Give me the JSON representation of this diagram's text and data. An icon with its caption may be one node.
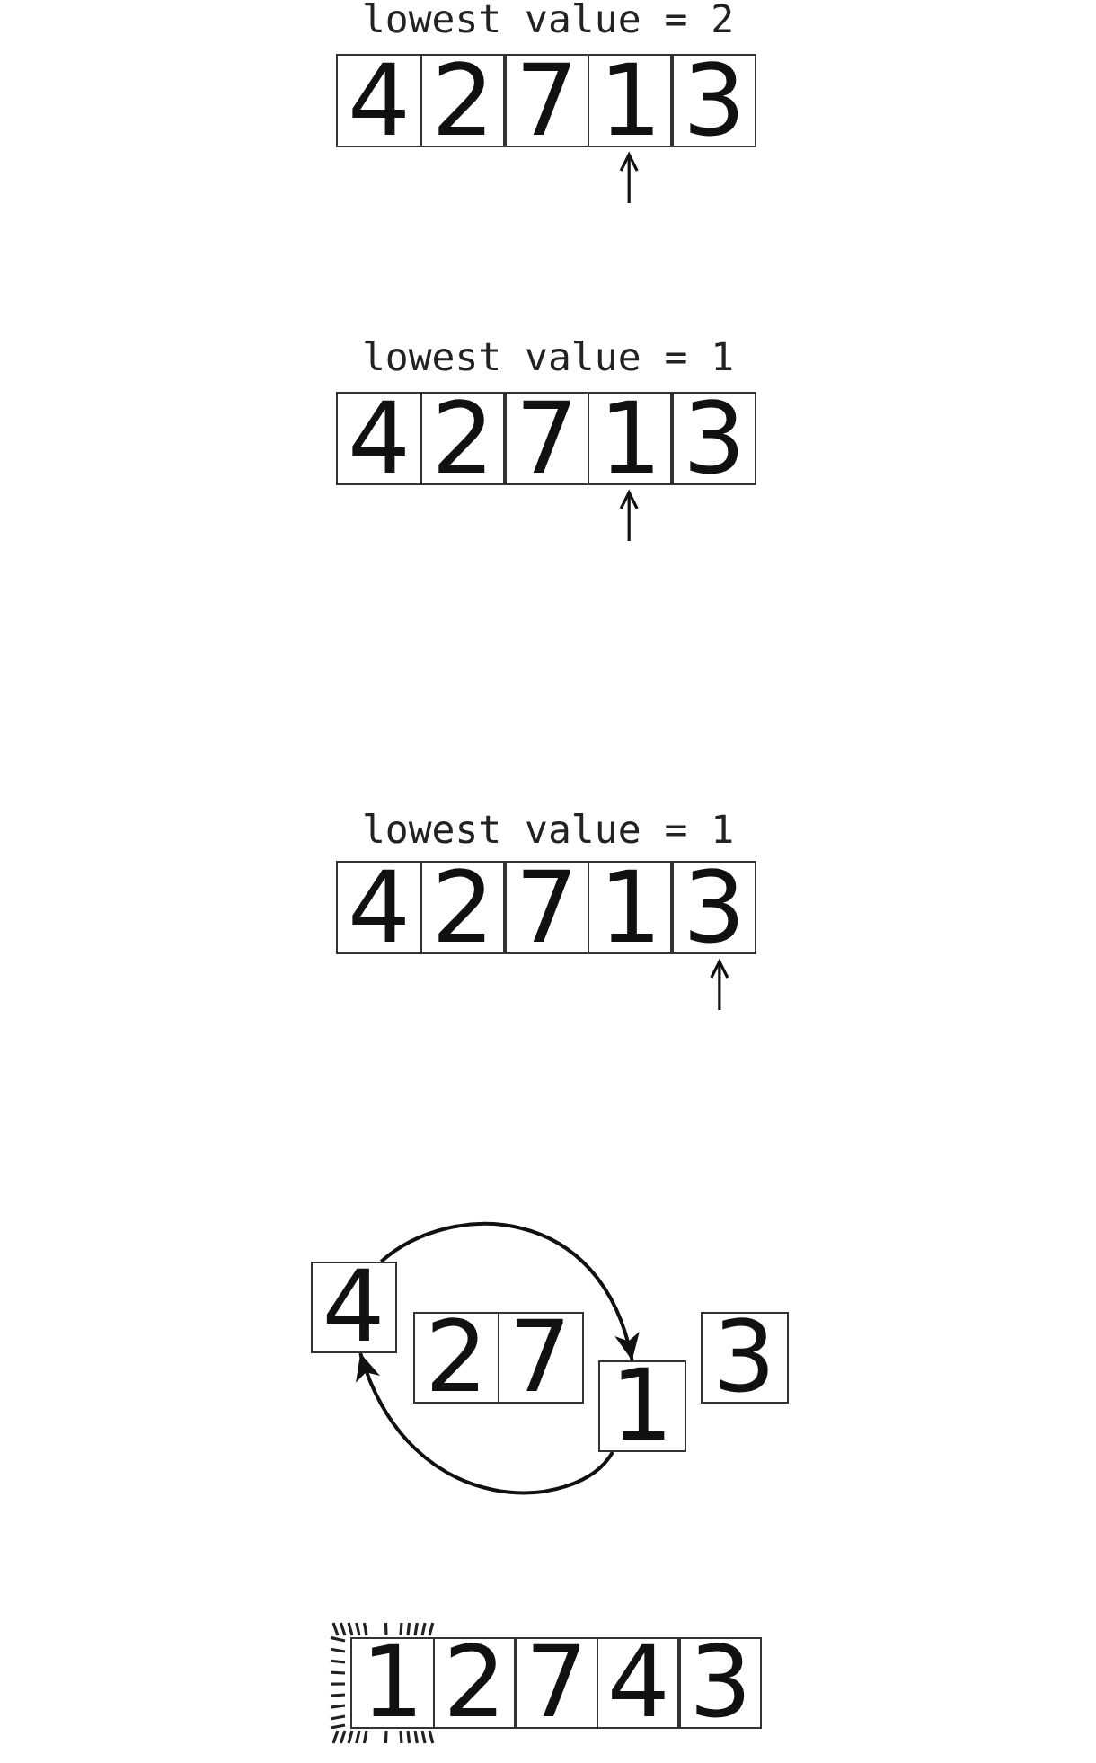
{
  "diagram": {
    "nodes": [
      {
        "text": [
          "4"
        ]
      },
      {
        "text": [
          "2"
        ]
      },
      {
        "text": [
          "7"
        ]
      },
      {
        "text": [
          "1"
        ]
      },
      {
        "text": [
          "3"
        ]
      },
      {
        "text": [
          "4"
        ]
      },
      {
        "text": [
          "2"
        ]
      },
      {
        "text": [
          "7"
        ]
      },
      {
        "text": [
          "1"
        ]
      },
      {
        "text": [
          "3"
        ]
      },
      {
        "text": [
          "4"
        ]
      },
      {
        "text": [
          "2"
        ]
      },
      {
        "text": [
          "7"
        ]
      },
      {
        "text": [
          "1"
        ]
      },
      {
        "text": [
          "3"
        ]
      },
      {
        "text": [
          "4"
        ]
      },
      {
        "text": [
          "2"
        ]
      },
      {
        "text": [
          "7"
        ]
      },
      {
        "text": [
          "1"
        ]
      },
      {
        "text": [
          "3"
        ]
      },
      {
        "text": [
          "1"
        ]
      },
      {
        "text": [
          "2"
        ]
      },
      {
        "text": [
          "7"
        ]
      },
      {
        "text": [
          "4"
        ]
      },
      {
        "text": [
          "3"
        ]
      }
    ],
    "edges": [
      {
        "from": null,
        "to": 3,
        "arrow": "to"
      },
      {
        "from": null,
        "to": 8,
        "arrow": "to"
      },
      {
        "from": null,
        "to": 14,
        "arrow": "to"
      },
      {
        "from": 15,
        "to": 18,
        "arrow": "to"
      },
      {
        "from": 18,
        "to": 15,
        "arrow": "to"
      }
    ],
    "labels": [
      "lowest value = 2",
      "lowest value = 1",
      "lowest value = 1"
    ]
  }
}
